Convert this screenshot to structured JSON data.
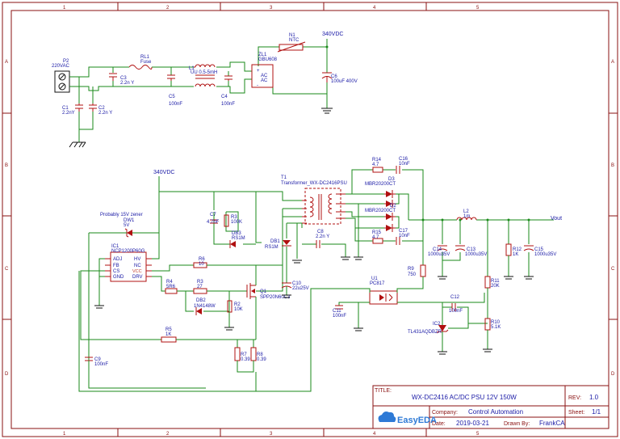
{
  "frame": {
    "columns": [
      "1",
      "2",
      "3",
      "4",
      "5"
    ],
    "rows": [
      "A",
      "B",
      "C",
      "D"
    ]
  },
  "nets": {
    "hv_top": "340VDC",
    "hv_mid": "340VDC",
    "vout": "Vout"
  },
  "components": {
    "p2": {
      "ref": "P2",
      "value": "220VAC"
    },
    "rl1": {
      "ref": "RL1",
      "value": "Fuse"
    },
    "c3": {
      "ref": "C3",
      "value": "2.2n Y"
    },
    "c1": {
      "ref": "C1",
      "value": "2.2nY"
    },
    "c2": {
      "ref": "C2",
      "value": "2.2n Y"
    },
    "l1": {
      "ref": "L1",
      "value": "UU 0.5-5mH"
    },
    "c5": {
      "ref": "C5",
      "value": "100nF"
    },
    "c4": {
      "ref": "C4",
      "value": "100nF"
    },
    "zl1": {
      "ref": "ZL1",
      "value": "GBU608"
    },
    "n1": {
      "ref": "N1",
      "value": "NTC"
    },
    "c6": {
      "ref": "C6",
      "value": "100uF 400V"
    },
    "t1": {
      "ref": "T1",
      "value": "Transformer_WX-DC2416PSU"
    },
    "c7": {
      "ref": "C7",
      "value": "4.7nF"
    },
    "r3": {
      "ref": "R3",
      "value": "100K"
    },
    "db3": {
      "ref": "DB3",
      "value": "RS1M"
    },
    "db1": {
      "ref": "DB1",
      "value": "RS1M"
    },
    "c8": {
      "ref": "C8",
      "value": "2.2n Y"
    },
    "r14": {
      "ref": "R14",
      "value": "4.7"
    },
    "c16": {
      "ref": "C16",
      "value": "10nF"
    },
    "d3": {
      "ref": "D3",
      "value": "MBR20200CT"
    },
    "d2": {
      "ref": "D2",
      "value": "MBR20200CT"
    },
    "r15": {
      "ref": "R15",
      "value": "4.7"
    },
    "c17": {
      "ref": "C17",
      "value": "10nF"
    },
    "l2": {
      "ref": "L2",
      "value": "1m"
    },
    "c14": {
      "ref": "C14",
      "value": "1000u35V"
    },
    "c13": {
      "ref": "C13",
      "value": "1000u35V"
    },
    "r12": {
      "ref": "R12",
      "value": "1K"
    },
    "c15": {
      "ref": "C15",
      "value": "1000u35V"
    },
    "dw1": {
      "ref": "DW1",
      "value": "5V",
      "note": "Probably 15V zener"
    },
    "ic1": {
      "ref": "IC1",
      "value": "NCP1200P60G"
    },
    "r6": {
      "ref": "R6",
      "value": "10"
    },
    "r4": {
      "ref": "R4",
      "value": "5R6"
    },
    "r3b": {
      "ref": "R3",
      "value": "27"
    },
    "db2": {
      "ref": "DB2",
      "value": "1N4148W"
    },
    "q1": {
      "ref": "Q1",
      "value": "SPP20N60C3"
    },
    "r2": {
      "ref": "R2",
      "value": "10K"
    },
    "c10": {
      "ref": "C10",
      "value": "22u25V"
    },
    "r5": {
      "ref": "R5",
      "value": "1K"
    },
    "r7": {
      "ref": "R7",
      "value": "0.39"
    },
    "r8": {
      "ref": "R8",
      "value": "0.39"
    },
    "c9": {
      "ref": "C9",
      "value": "100nF"
    },
    "r9": {
      "ref": "R9",
      "value": "750"
    },
    "u1": {
      "ref": "U1",
      "value": "PC817"
    },
    "c11": {
      "ref": "C11",
      "value": "100nF"
    },
    "c12": {
      "ref": "C12",
      "value": "100nF"
    },
    "ic2": {
      "ref": "IC2",
      "value": "TL431AQDBZR"
    },
    "r11": {
      "ref": "R11",
      "value": "20K"
    },
    "r10": {
      "ref": "R10",
      "value": "5.1K"
    }
  },
  "ic1_pins": {
    "adj": "ADJ",
    "fb": "FB",
    "cs": "CS",
    "gnd": "GND",
    "hv": "HV",
    "nc": "NC",
    "vcc": "VCC",
    "drv": "DRV"
  },
  "title_block": {
    "title_key": "TITLE:",
    "title": "WX-DC2416 AC/DC PSU 12V 150W",
    "rev_key": "REV:",
    "rev": "1.0",
    "company_key": "Company:",
    "company": "Control Automation",
    "sheet_key": "Sheet:",
    "sheet": "1/1",
    "date_key": "Date:",
    "date": "2019-03-21",
    "drawn_key": "Drawn By:",
    "drawn_by": "FrankCA",
    "logo": "EasyEDA"
  },
  "colors": {
    "wire": "#1a8a1a",
    "component": "#b01010",
    "text": "#1a1aa6",
    "frame": "#8a1010"
  }
}
